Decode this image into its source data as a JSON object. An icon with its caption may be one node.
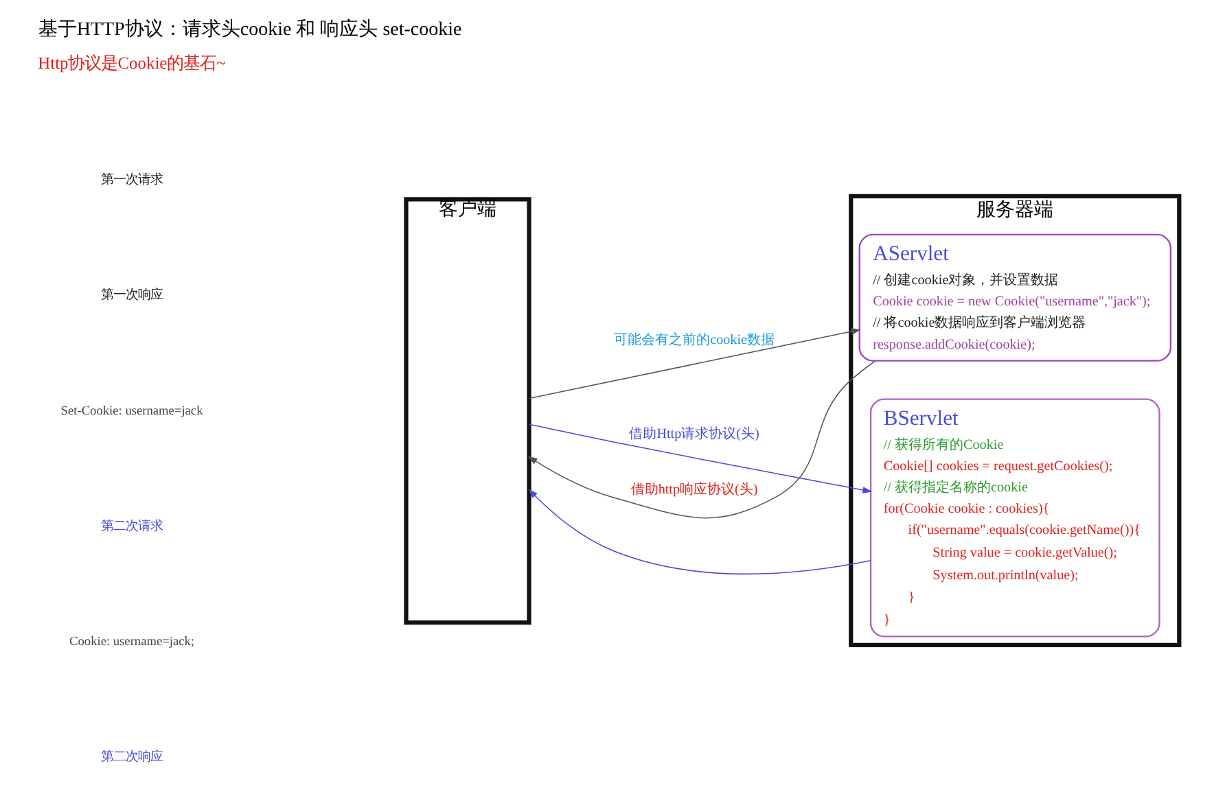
{
  "diagram": {
    "title": "基于HTTP协议：请求头cookie 和 响应头 set-cookie",
    "nodes": [
      {
        "text": [
          "客户端"
        ]
      },
      {
        "text": [
          "服务器端"
        ]
      },
      {
        "text": [
          "AServlet",
          "// 创建cookie对象，并设置数据",
          "Cookie cookie = new Cookie(\"username\",\"jack\");",
          "// 将cookie数据响应到客户端浏览器",
          "response.addCookie(cookie);"
        ],
        "in": 1
      },
      {
        "text": [
          "BServlet",
          "// 获得所有的Cookie",
          "Cookie[] cookies = request.getCookies();",
          "// 获得指定名称的cookie",
          "for(Cookie cookie : cookies){",
          "if(\"username\".equals(cookie.getName()){",
          "String value = cookie.getValue();",
          "System.out.println(value);",
          "}",
          "}"
        ],
        "in": 1
      }
    ],
    "edges": [
      {
        "from": 0,
        "to": 2,
        "arrow": "to",
        "label": "可能会有之前的cookie数据"
      },
      {
        "from": 2,
        "to": 0,
        "arrow": "to",
        "label": "借助http响应协议(头)"
      },
      {
        "from": 0,
        "to": 3,
        "arrow": "to",
        "label": "借助Http请求协议(头)",
        "color": "#4a4ad8"
      },
      {
        "from": 3,
        "to": 0,
        "arrow": "to",
        "color": "#4a4ad8"
      }
    ],
    "labels": [
      "Http协议是Cookie的基石~",
      "第一次请求",
      "第一次响应",
      "Set-Cookie: username=jack",
      "第二次请求",
      "Cookie: username=jack;",
      "第二次响应"
    ]
  }
}
